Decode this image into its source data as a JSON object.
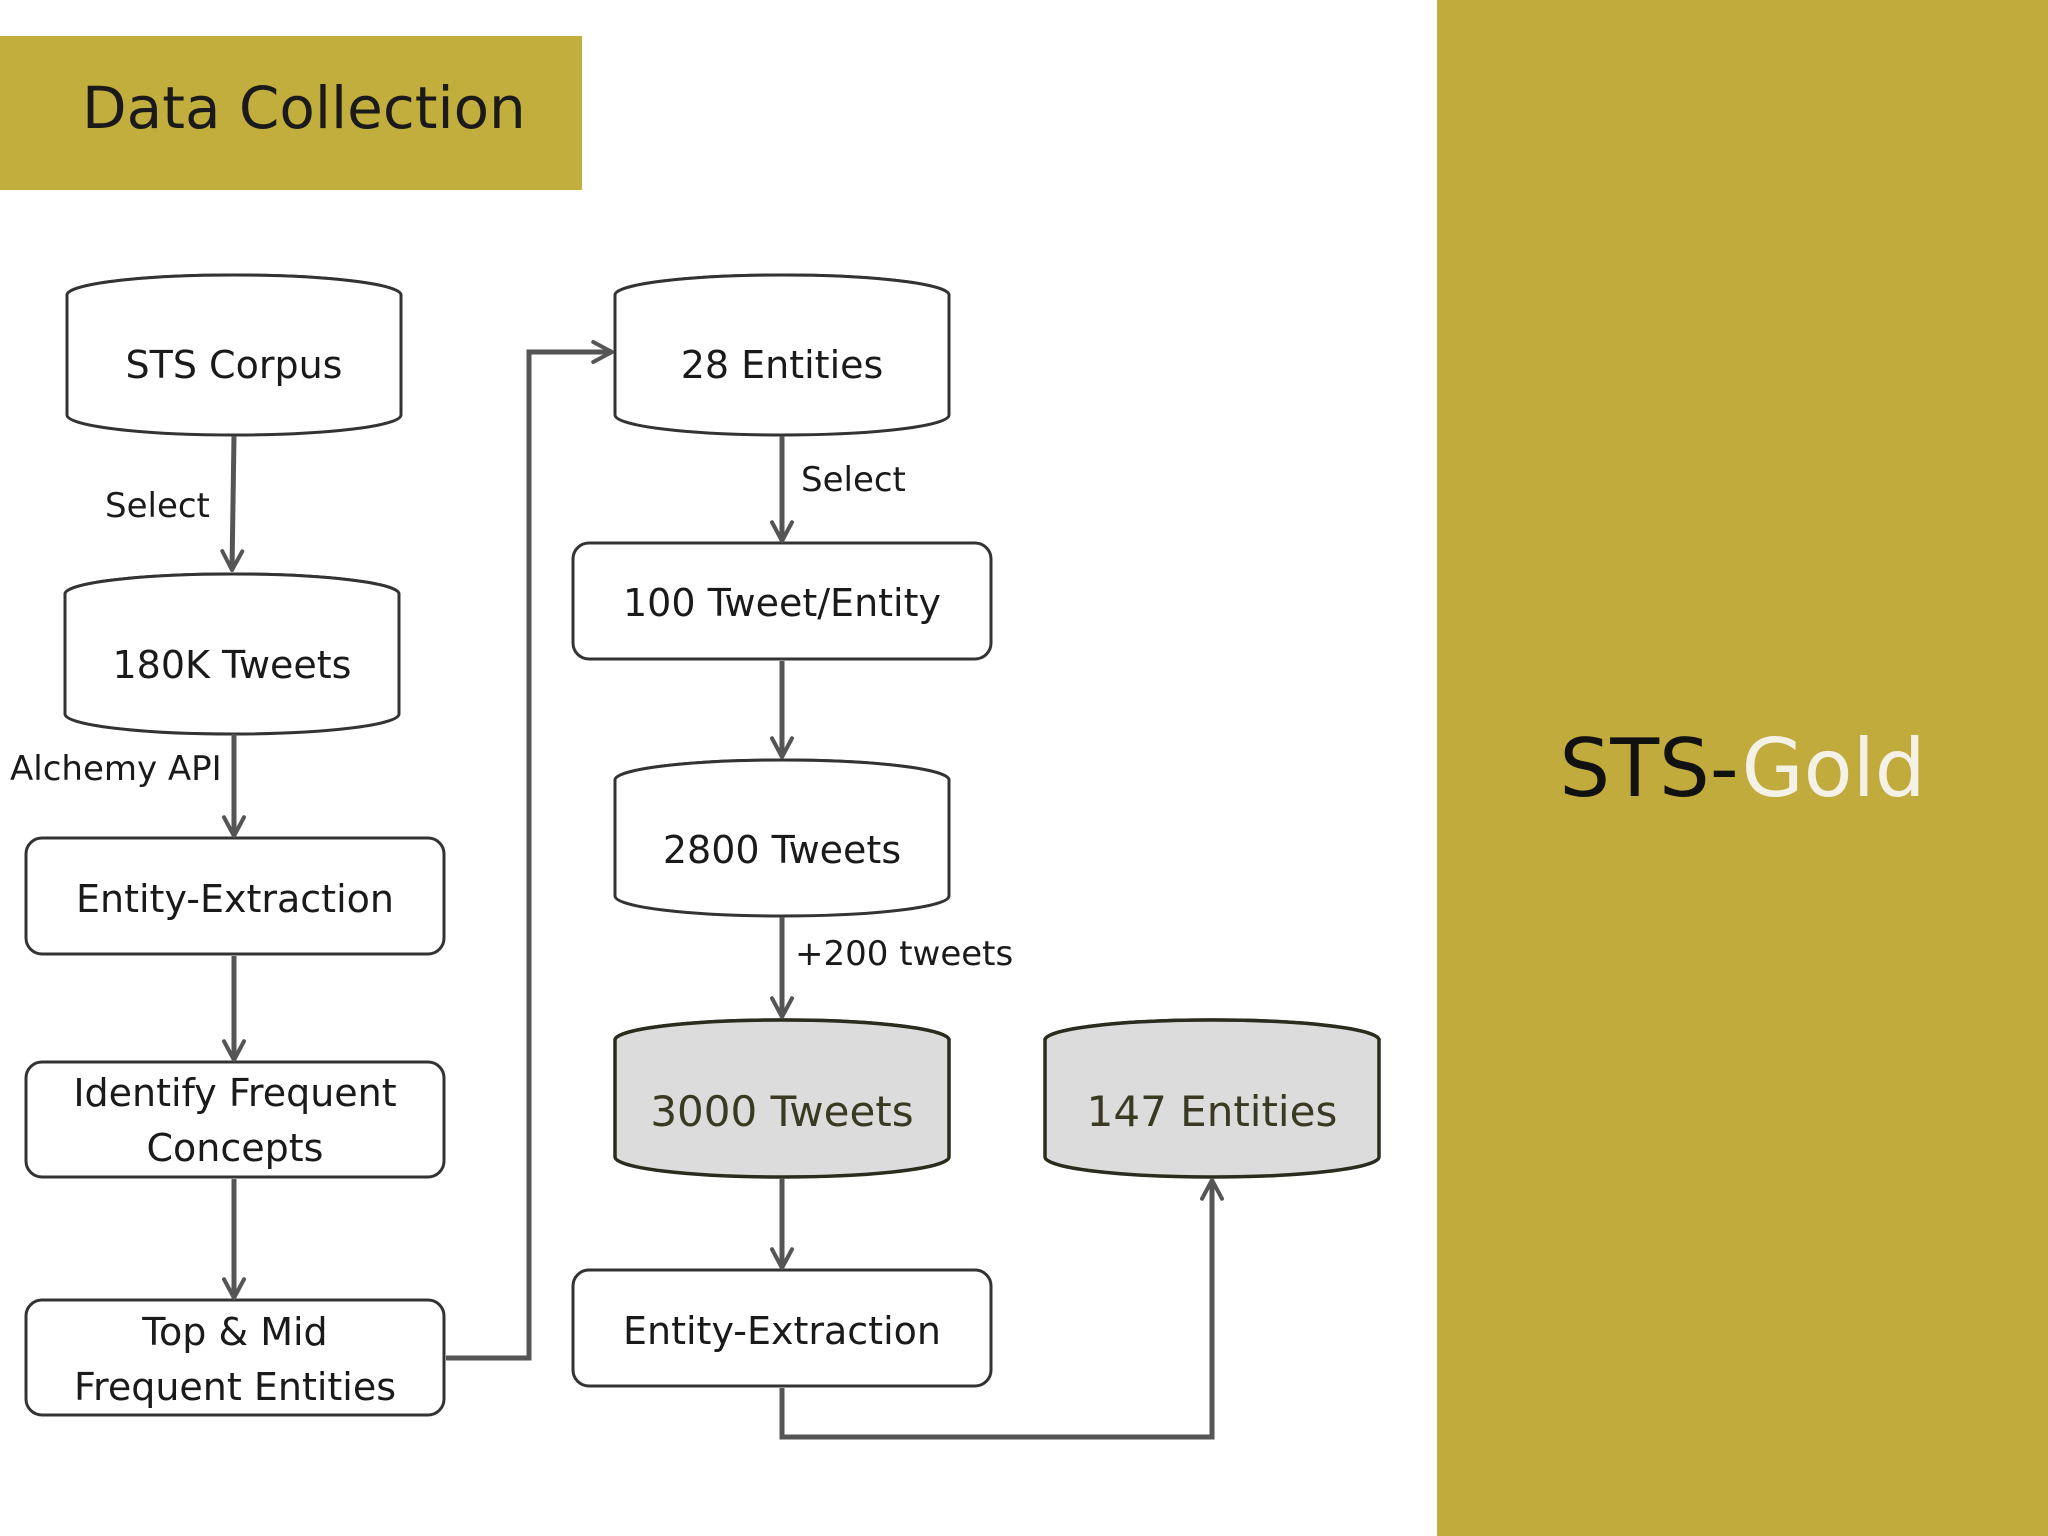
{
  "title": "Data Collection",
  "side_title": {
    "part1": "STS-",
    "part2": "Gold"
  },
  "nodes": {
    "sts_corpus": "STS Corpus",
    "tweets_180k": "180K Tweets",
    "entity_extraction_1": "Entity-Extraction",
    "identify_frequent": [
      "Identify Frequent",
      "Concepts"
    ],
    "top_mid_frequent": [
      "Top & Mid",
      "Frequent Entities"
    ],
    "entities_28": "28 Entities",
    "tweet_per_entity": "100 Tweet/Entity",
    "tweets_2800": "2800 Tweets",
    "tweets_3000": "3000 Tweets",
    "entities_147": "147 Entities",
    "entity_extraction_2": "Entity-Extraction"
  },
  "edge_labels": {
    "select_1": "Select",
    "alchemy_api": "Alchemy API",
    "select_2": "Select",
    "plus_200": "+200 tweets"
  },
  "colors": {
    "accent_gold": "#c2ae3d",
    "shaded_fill": "#dcdcdc",
    "connector": "#555555"
  }
}
